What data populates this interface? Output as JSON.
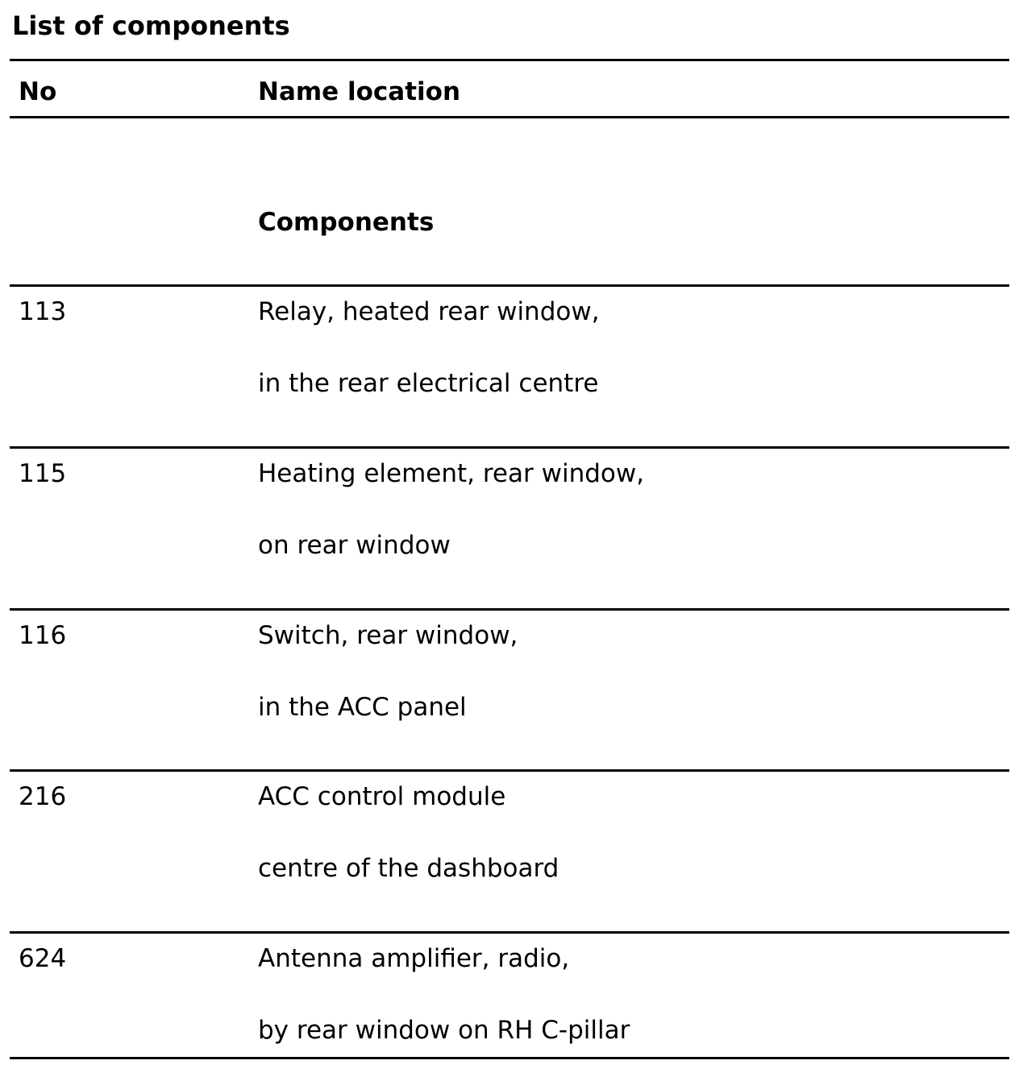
{
  "document": {
    "title": "List of components",
    "headers": {
      "no": "No",
      "name": "Name location"
    },
    "section_heading": "Components",
    "rows": [
      {
        "no": "113",
        "name": "Relay, heated rear window,",
        "location": "in the rear electrical centre"
      },
      {
        "no": "115",
        "name": "Heating element, rear window,",
        "location": "on rear window"
      },
      {
        "no": "116",
        "name": "Switch, rear window,",
        "location": "in the ACC panel"
      },
      {
        "no": "216",
        "name": "ACC control module",
        "location": "centre of the dashboard"
      },
      {
        "no": "624",
        "name": "Antenna amplifier, radio,",
        "location": "by rear window on RH C-pillar"
      }
    ]
  }
}
